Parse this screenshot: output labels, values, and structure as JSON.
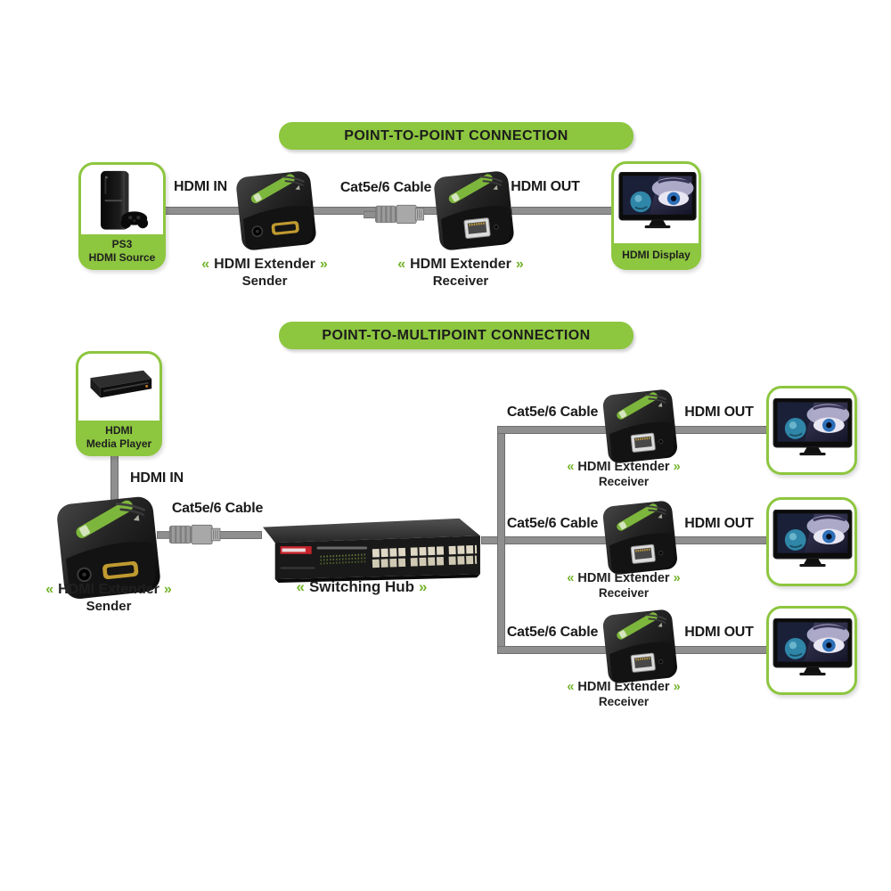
{
  "colors": {
    "green": "#8dc63f",
    "chevron_green": "#74b42c",
    "text": "#1a1a1a",
    "cable_gray": "#8f8f8f",
    "device_black": "#1a1a1a"
  },
  "glyphs": {
    "chev_left": "«",
    "chev_right": "»"
  },
  "p2p": {
    "title": "POINT-TO-POINT CONNECTION",
    "source_label_1": "PS3",
    "source_label_2": "HDMI Source",
    "hdmi_in": "HDMI IN",
    "cable": "Cat5e/6 Cable",
    "hdmi_out": "HDMI OUT",
    "display_label": "HDMI Display",
    "sender_1": "HDMI Extender",
    "sender_2": "Sender",
    "receiver_1": "HDMI Extender",
    "receiver_2": "Receiver"
  },
  "p2mp": {
    "title": "POINT-TO-MULTIPOINT CONNECTION",
    "source_label_1": "HDMI",
    "source_label_2": "Media Player",
    "hdmi_in": "HDMI IN",
    "cable": "Cat5e/6 Cable",
    "sender_1": "HDMI Extender",
    "sender_2": "Sender",
    "hub_label": "Switching Hub",
    "branches": [
      {
        "cable": "Cat5e/6 Cable",
        "hdmi_out": "HDMI OUT",
        "receiver_1": "HDMI Extender",
        "receiver_2": "Receiver"
      },
      {
        "cable": "Cat5e/6 Cable",
        "hdmi_out": "HDMI OUT",
        "receiver_1": "HDMI Extender",
        "receiver_2": "Receiver"
      },
      {
        "cable": "Cat5e/6 Cable",
        "hdmi_out": "HDMI OUT",
        "receiver_1": "HDMI Extender",
        "receiver_2": "Receiver"
      }
    ]
  }
}
